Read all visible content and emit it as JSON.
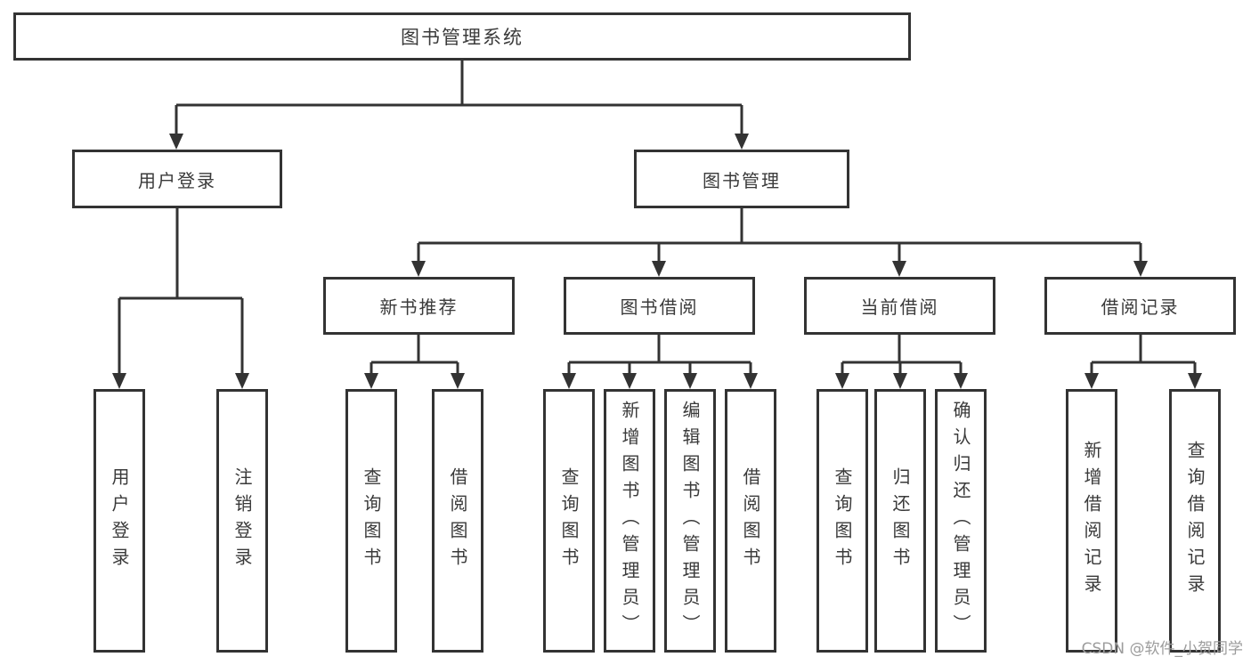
{
  "colors": {
    "background": "#ffffff",
    "line": "#333333",
    "text": "#3a3a3a",
    "watermark": "#9c9c9c"
  },
  "diagram": {
    "type": "hierarchy-tree",
    "root": {
      "label": "图书管理系统",
      "children": [
        {
          "label": "用户登录",
          "children": [
            {
              "label": "用户登录"
            },
            {
              "label": "注销登录"
            }
          ]
        },
        {
          "label": "图书管理",
          "children": [
            {
              "label": "新书推荐",
              "children": [
                {
                  "label": "查询图书"
                },
                {
                  "label": "借阅图书"
                }
              ]
            },
            {
              "label": "图书借阅",
              "children": [
                {
                  "label": "查询图书"
                },
                {
                  "label": "新增图书（管理员）"
                },
                {
                  "label": "编辑图书（管理员）"
                },
                {
                  "label": "借阅图书"
                }
              ]
            },
            {
              "label": "当前借阅",
              "children": [
                {
                  "label": "查询图书"
                },
                {
                  "label": "归还图书"
                },
                {
                  "label": "确认归还（管理员）"
                }
              ]
            },
            {
              "label": "借阅记录",
              "children": [
                {
                  "label": "新增借阅记录"
                },
                {
                  "label": "查询借阅记录"
                }
              ]
            }
          ]
        }
      ]
    }
  },
  "watermark": {
    "text": "CSDN @软件_小贺同学"
  }
}
